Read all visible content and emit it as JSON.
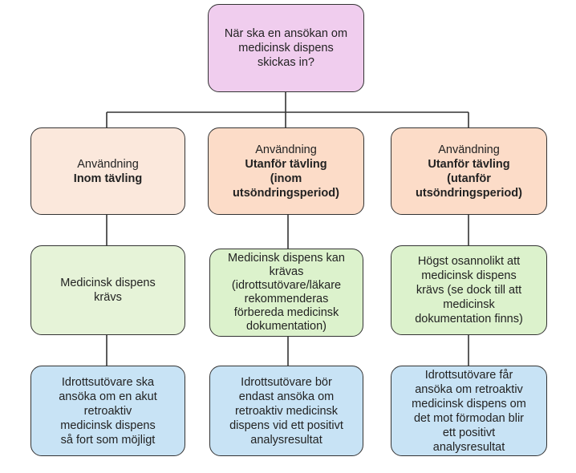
{
  "colors": {
    "root": "#f0cdee",
    "usage": "#fcdcc8",
    "requirement": "#e3f3d4",
    "action": "#c8e3f5",
    "line": "#333333"
  },
  "root": {
    "line1": "När ska en ansökan om",
    "line2": "medicinsk dispens",
    "line3": "skickas in?"
  },
  "columns": [
    {
      "usage": {
        "line1": "Användning",
        "bold1": "Inom tävling",
        "bold2": "",
        "bold3": ""
      },
      "requirement": [
        "Medicinsk dispens",
        "krävs"
      ],
      "action": [
        "Idrottsutövare ska",
        "ansöka om en akut",
        "retroaktiv",
        "medicinsk dispens",
        "så fort som möjligt"
      ]
    },
    {
      "usage": {
        "line1": "Användning",
        "bold1": "Utanför tävling",
        "bold2": "(inom",
        "bold3": "utsöndringsperiod)"
      },
      "requirement": [
        "Medicinsk dispens kan",
        "krävas",
        "(idrottsutövare/läkare",
        "rekommenderas",
        "förbereda medicinsk",
        "dokumentation)"
      ],
      "action": [
        "Idrottsutövare bör",
        "endast ansöka om",
        "retroaktiv medicinsk",
        "dispens vid ett positivt",
        "analysresultat"
      ]
    },
    {
      "usage": {
        "line1": "Användning",
        "bold1": "Utanför tävling",
        "bold2": "(utanför",
        "bold3": "utsöndringsperiod)"
      },
      "requirement": [
        "Högst osannolikt att",
        "medicinsk dispens",
        "krävs (se dock till att",
        "medicinsk",
        "dokumentation finns)"
      ],
      "action": [
        "Idrottsutövare får",
        "ansöka om retroaktiv",
        "medicinsk dispens om",
        "det mot förmodan blir",
        "ett positivt",
        "analysresultat"
      ]
    }
  ]
}
